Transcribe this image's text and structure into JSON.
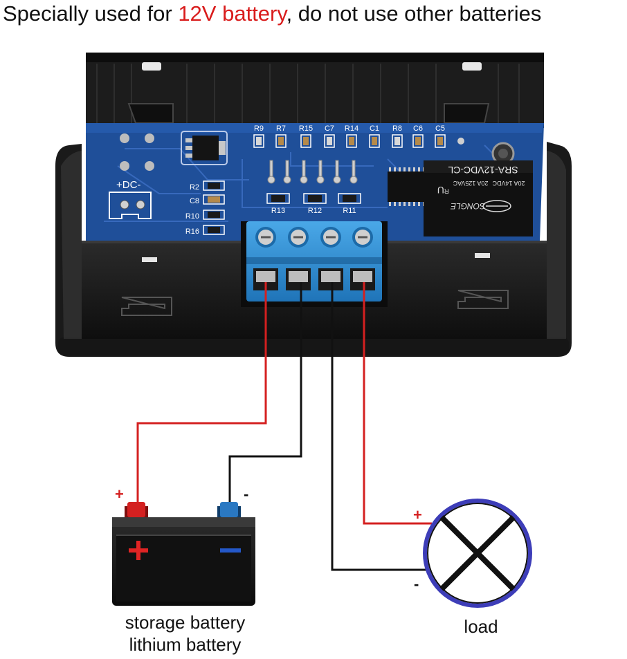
{
  "headline": {
    "prefix": "Specially used for ",
    "highlight": "12V battery",
    "suffix": ", do not use other batteries"
  },
  "board": {
    "dc_label": "+DC-",
    "top_components": [
      "R9",
      "R7",
      "R15",
      "C7",
      "R14",
      "C1",
      "R8",
      "C6",
      "C5"
    ],
    "side_components": [
      "R2",
      "C8",
      "R10",
      "R16"
    ],
    "bottom_components": [
      "R13",
      "R12",
      "R11"
    ],
    "relay_model": "SRA-12VDC-CL",
    "relay_rating_1": "20A 14VDC",
    "relay_rating_2": "20A 125VAC",
    "relay_brand": "SONGLE"
  },
  "battery": {
    "plus_terminal_label": "+",
    "minus_terminal_label": "-",
    "label_line1": "storage battery",
    "label_line2": "lithium battery"
  },
  "load": {
    "plus_label": "+",
    "minus_label": "-",
    "label": "load"
  },
  "colors": {
    "highlight": "#d91c1c",
    "wire_positive": "#d42020",
    "wire_negative": "#111111",
    "pcb": "#1f4f99",
    "terminal_block": "#2a8fd4",
    "load_ring": "#3d3db8"
  }
}
